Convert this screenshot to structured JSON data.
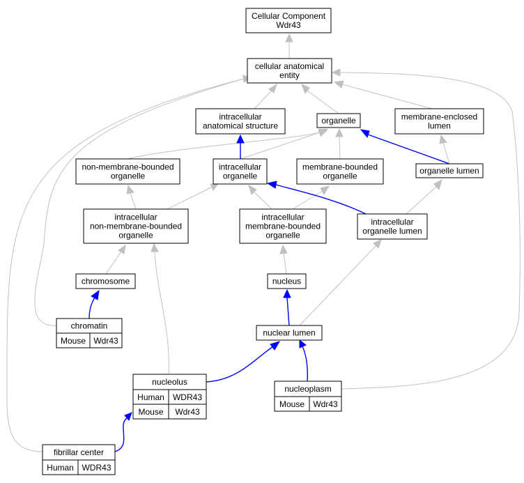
{
  "colors": {
    "human": "#fa6f58",
    "mouse": "#add8e6",
    "is_a_edge": "#c0c0c0",
    "part_of_edge": "#0000ff"
  },
  "nodes": {
    "root": [
      "Cellular Component",
      "Wdr43"
    ],
    "cellular_anatomical_entity": [
      "cellular anatomical",
      "entity"
    ],
    "intracellular_anatomical_structure": [
      "intracellular",
      "anatomical structure"
    ],
    "organelle": [
      "organelle"
    ],
    "membrane_enclosed_lumen": [
      "membrane-enclosed",
      "lumen"
    ],
    "non_membrane_bounded_organelle": [
      "non-membrane-bounded",
      "organelle"
    ],
    "intracellular_organelle": [
      "intracellular",
      "organelle"
    ],
    "membrane_bounded_organelle": [
      "membrane-bounded",
      "organelle"
    ],
    "organelle_lumen": [
      "organelle lumen"
    ],
    "intracellular_non_membrane_bounded_organelle": [
      "intracellular",
      "non-membrane-bounded",
      "organelle"
    ],
    "intracellular_membrane_bounded_organelle": [
      "intracellular",
      "membrane-bounded",
      "organelle"
    ],
    "intracellular_organelle_lumen": [
      "intracellular",
      "organelle lumen"
    ],
    "chromosome": [
      "chromosome"
    ],
    "nucleus": [
      "nucleus"
    ],
    "chromatin": [
      "chromatin"
    ],
    "nuclear_lumen": [
      "nuclear lumen"
    ],
    "nucleolus": [
      "nucleolus"
    ],
    "nucleoplasm": [
      "nucleoplasm"
    ],
    "fibrillar_center": [
      "fibrillar center"
    ]
  },
  "annotations": {
    "chromatin": [
      [
        "Mouse",
        "Wdr43"
      ]
    ],
    "nucleolus": [
      [
        "Human",
        "WDR43"
      ],
      [
        "Mouse",
        "Wdr43"
      ]
    ],
    "nucleoplasm": [
      [
        "Mouse",
        "Wdr43"
      ]
    ],
    "fibrillar_center": [
      [
        "Human",
        "WDR43"
      ]
    ]
  },
  "edges": [
    {
      "from": "cellular_anatomical_entity",
      "to": "root",
      "type": "is_a"
    },
    {
      "from": "intracellular_anatomical_structure",
      "to": "cellular_anatomical_entity",
      "type": "is_a"
    },
    {
      "from": "organelle",
      "to": "cellular_anatomical_entity",
      "type": "is_a"
    },
    {
      "from": "membrane_enclosed_lumen",
      "to": "cellular_anatomical_entity",
      "type": "is_a"
    },
    {
      "from": "non_membrane_bounded_organelle",
      "to": "organelle",
      "type": "is_a"
    },
    {
      "from": "intracellular_organelle",
      "to": "organelle",
      "type": "is_a"
    },
    {
      "from": "intracellular_organelle",
      "to": "intracellular_anatomical_structure",
      "type": "part_of"
    },
    {
      "from": "membrane_bounded_organelle",
      "to": "organelle",
      "type": "is_a"
    },
    {
      "from": "organelle_lumen",
      "to": "organelle",
      "type": "part_of"
    },
    {
      "from": "organelle_lumen",
      "to": "membrane_enclosed_lumen",
      "type": "is_a"
    },
    {
      "from": "intracellular_non_membrane_bounded_organelle",
      "to": "non_membrane_bounded_organelle",
      "type": "is_a"
    },
    {
      "from": "intracellular_non_membrane_bounded_organelle",
      "to": "intracellular_organelle",
      "type": "is_a"
    },
    {
      "from": "intracellular_membrane_bounded_organelle",
      "to": "intracellular_organelle",
      "type": "is_a"
    },
    {
      "from": "intracellular_membrane_bounded_organelle",
      "to": "membrane_bounded_organelle",
      "type": "is_a"
    },
    {
      "from": "intracellular_organelle_lumen",
      "to": "intracellular_organelle",
      "type": "part_of"
    },
    {
      "from": "intracellular_organelle_lumen",
      "to": "organelle_lumen",
      "type": "is_a"
    },
    {
      "from": "chromosome",
      "to": "intracellular_non_membrane_bounded_organelle",
      "type": "is_a"
    },
    {
      "from": "nucleus",
      "to": "intracellular_membrane_bounded_organelle",
      "type": "is_a"
    },
    {
      "from": "chromatin",
      "to": "chromosome",
      "type": "part_of"
    },
    {
      "from": "chromatin",
      "to": "cellular_anatomical_entity",
      "type": "is_a"
    },
    {
      "from": "nuclear_lumen",
      "to": "nucleus",
      "type": "part_of"
    },
    {
      "from": "nuclear_lumen",
      "to": "intracellular_organelle_lumen",
      "type": "is_a"
    },
    {
      "from": "nucleolus",
      "to": "nuclear_lumen",
      "type": "part_of"
    },
    {
      "from": "nucleolus",
      "to": "intracellular_non_membrane_bounded_organelle",
      "type": "is_a"
    },
    {
      "from": "nucleoplasm",
      "to": "nuclear_lumen",
      "type": "part_of"
    },
    {
      "from": "nucleoplasm",
      "to": "cellular_anatomical_entity",
      "type": "is_a"
    },
    {
      "from": "fibrillar_center",
      "to": "nucleolus",
      "type": "part_of"
    },
    {
      "from": "fibrillar_center",
      "to": "cellular_anatomical_entity",
      "type": "is_a"
    }
  ]
}
